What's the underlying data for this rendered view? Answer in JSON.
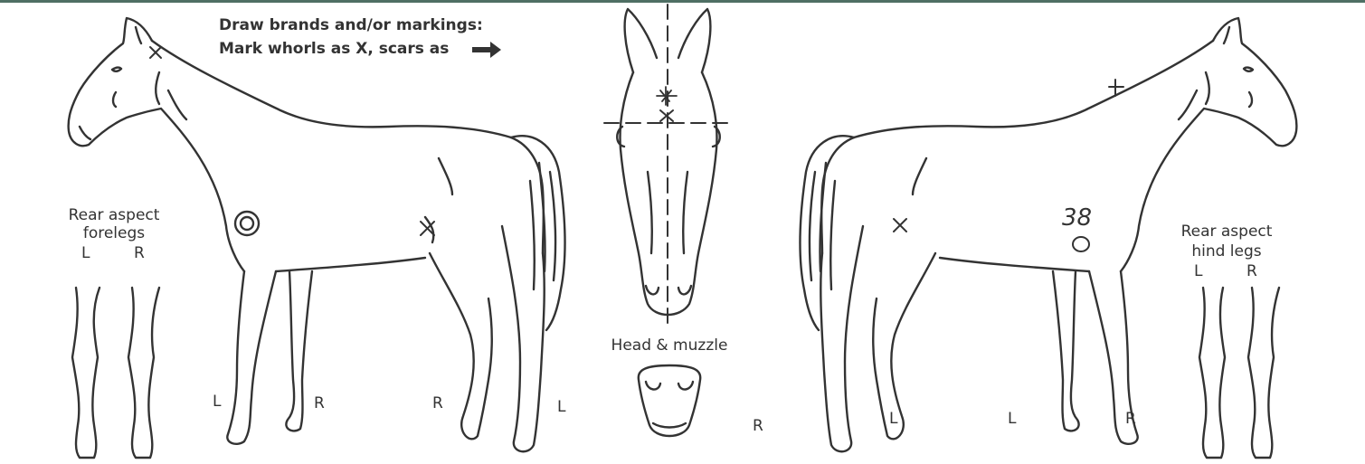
{
  "instructions": {
    "line1": "Draw brands and/or markings:",
    "line2": "Mark whorls as X, scars as"
  },
  "forelegs_panel": {
    "line1": "Rear aspect",
    "line2": "forelegs",
    "left": "L",
    "right": "R"
  },
  "hindlegs_panel": {
    "line1": "Rear aspect",
    "line2": "hind legs",
    "left": "L",
    "right": "R"
  },
  "head_panel": {
    "label": "Head & muzzle"
  },
  "left_side_view": {
    "leg_labels": {
      "fore_near": "L",
      "fore_far": "R",
      "hind_far": "R",
      "hind_near": "L"
    }
  },
  "right_side_view": {
    "leg_labels": {
      "hind_near": "R",
      "hind_far": "L",
      "fore_far": "L",
      "fore_near": "R"
    },
    "brand_text": "38"
  },
  "colors": {
    "line": "#333333",
    "accent_bar": "#4f6f64"
  },
  "icons": {
    "scar": "arrow-right-icon",
    "whorl": "x-mark-icon",
    "brand_circle": "circle-icon"
  }
}
